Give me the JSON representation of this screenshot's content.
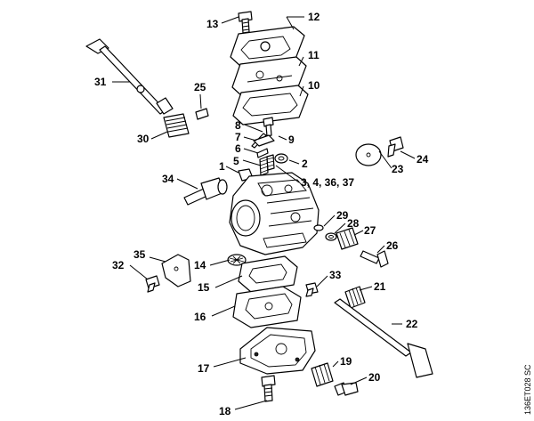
{
  "diagram": {
    "callouts": {
      "p1": "1",
      "p2": "2",
      "p3": "3, 4, 36, 37",
      "p5": "5",
      "p6": "6",
      "p7": "7",
      "p8": "8",
      "p9": "9",
      "p10": "10",
      "p11": "11",
      "p12": "12",
      "p13": "13",
      "p14": "14",
      "p15": "15",
      "p16": "16",
      "p17": "17",
      "p18": "18",
      "p19": "19",
      "p20": "20",
      "p21": "21",
      "p22": "22",
      "p23": "23",
      "p24": "24",
      "p25": "25",
      "p26": "26",
      "p27": "27",
      "p28": "28",
      "p29": "29",
      "p30": "30",
      "p31": "31",
      "p32": "32",
      "p33": "33",
      "p34": "34",
      "p35": "35"
    },
    "reference_code": "136ET028 SC"
  }
}
